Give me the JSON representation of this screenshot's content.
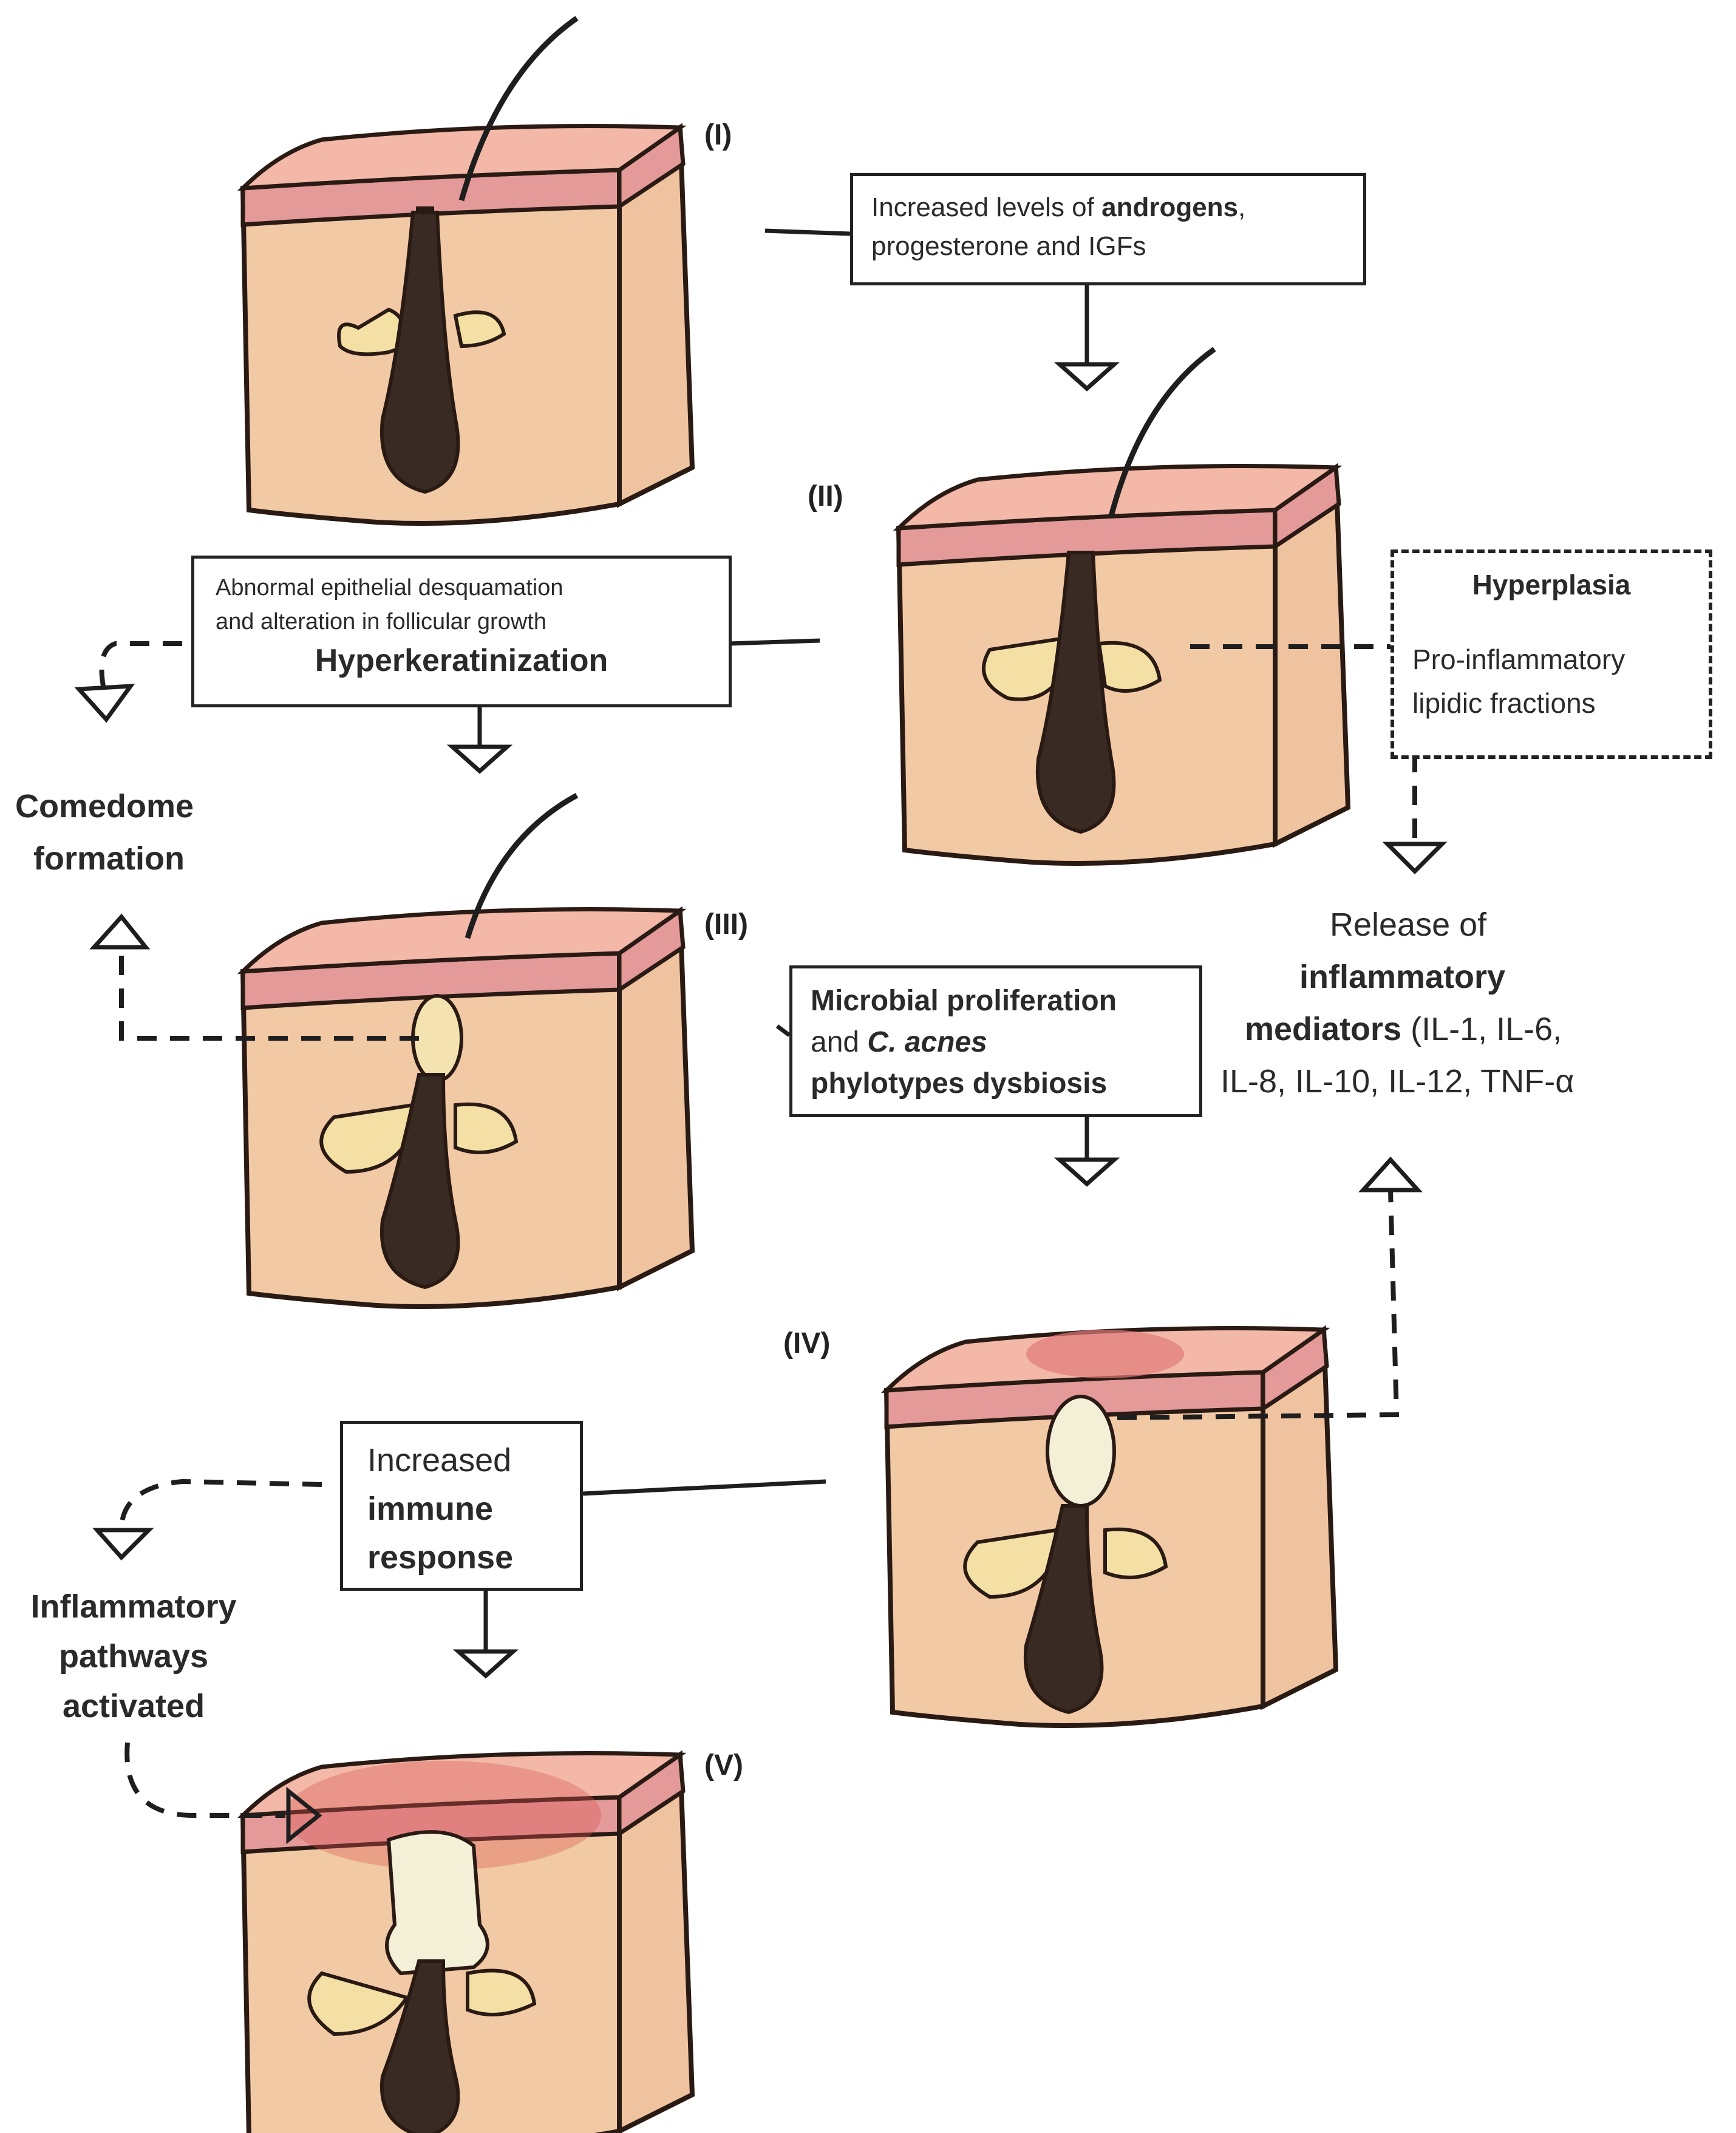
{
  "stages": {
    "s1": "(I)",
    "s2": "(II)",
    "s3": "(III)",
    "s4": "(IV)",
    "s5": "(V)"
  },
  "box1": {
    "text_a": "Increased levels of ",
    "bold": "androgens",
    "text_b": ",",
    "line2": "progesterone and IGFs"
  },
  "box2": {
    "line1": "Abnormal  epithelial desquamation",
    "line2": "and alteration in follicular growth",
    "title": "Hyperkeratinization"
  },
  "box3": {
    "title": "Hyperplasia",
    "line1": "Pro-inflammatory",
    "line2": "lipidic fractions"
  },
  "box4": {
    "line1": "Microbial proliferation",
    "line2_a": "and ",
    "line2_italic": "C. acnes",
    "line3": "phylotypes dysbiosis"
  },
  "box5": {
    "line1": "Increased",
    "line2": "immune",
    "line3": "response"
  },
  "comedome": {
    "line1": "Comedome",
    "line2": "formation"
  },
  "release": {
    "line1": "Release  of",
    "line2": "inflammatory",
    "line3_bold": "mediators",
    "line3_rest": " (IL-1, IL-6,",
    "line4": "IL-8, IL-10, IL-12, TNF-α"
  },
  "inflammatory": {
    "line1": "Inflammatory",
    "line2": "pathways",
    "line3": "activated"
  },
  "colors": {
    "skin": "#f2c9a5",
    "epidermis": "#e39a98",
    "follicle": "#3a2a24",
    "sebum": "#f4dfa5",
    "inflammation": "#d9534f"
  }
}
